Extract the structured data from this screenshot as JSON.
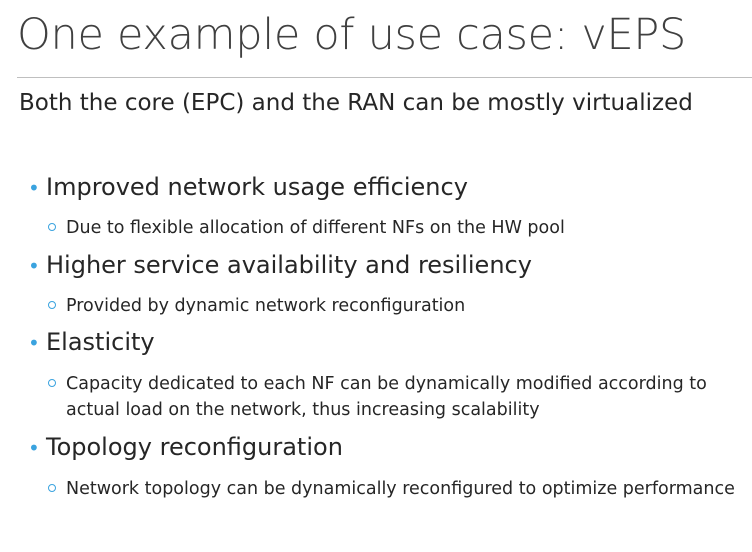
{
  "slide": {
    "title": "One example of use case: vEPS",
    "subtitle": "Both the core (EPC) and the RAN can be mostly virtualized",
    "bullets": [
      {
        "text": "Improved network usage efficiency",
        "sub": "Due to flexible allocation of different NFs on the HW pool"
      },
      {
        "text": "Higher service availability and resiliency",
        "sub": "Provided by dynamic network reconfiguration"
      },
      {
        "text": "Elasticity",
        "sub": "Capacity dedicated to each NF can be dynamically modified according to actual load on the network, thus increasing scalability"
      },
      {
        "text": "Topology reconfiguration",
        "sub": "Network topology can be dynamically reconfigured to optimize performance"
      }
    ],
    "colors": {
      "bullet_accent": "#3aa3df",
      "title_text": "#404040",
      "body_text": "#262626",
      "rule": "#bfbfbf"
    }
  }
}
